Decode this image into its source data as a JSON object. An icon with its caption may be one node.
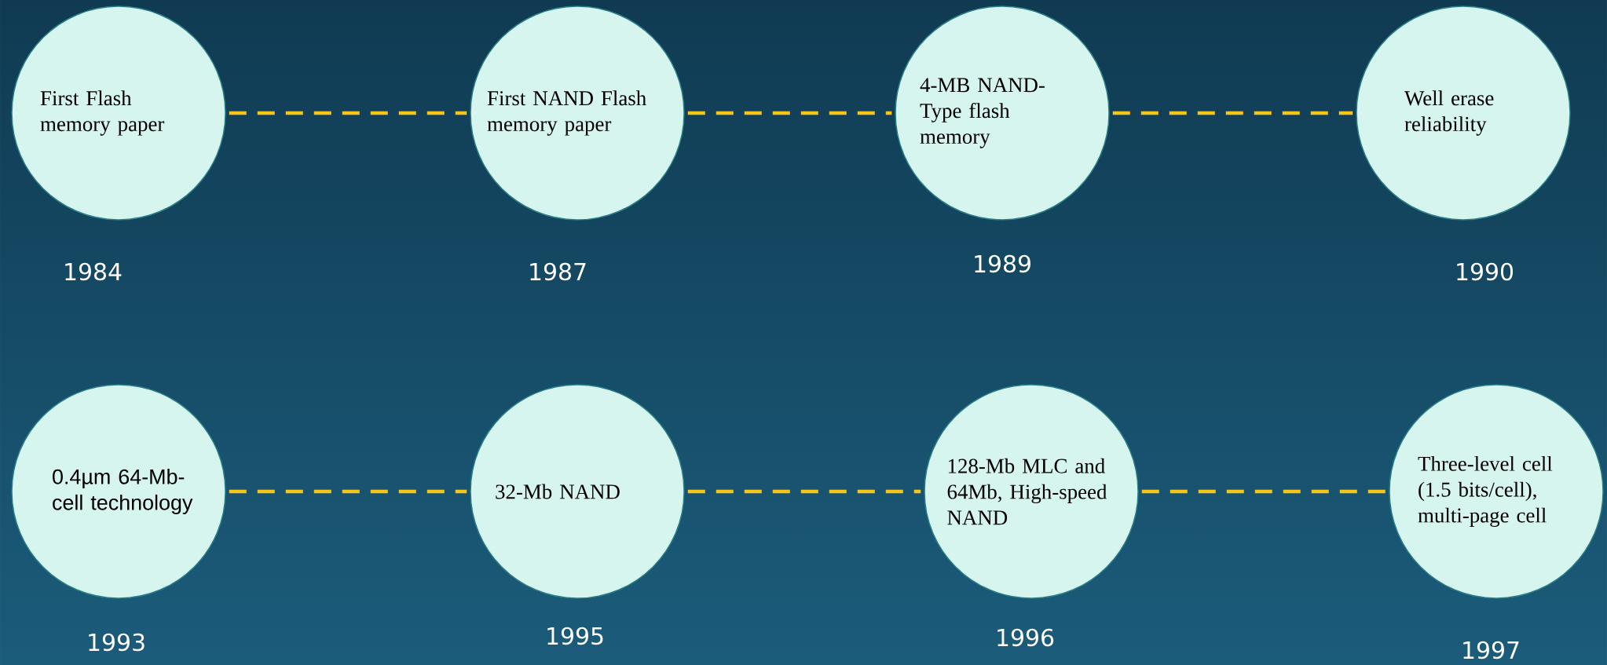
{
  "diagram": {
    "nodes": [
      {
        "text": [
          "First Flash memory paper"
        ],
        "beside": [
          "1984"
        ]
      },
      {
        "text": [
          "First NAND Flash memory paper"
        ],
        "beside": [
          "1987"
        ]
      },
      {
        "text": [
          "4-MB NAND-Type flash memory"
        ],
        "beside": [
          "1989"
        ]
      },
      {
        "text": [
          "Well erase reliability"
        ],
        "beside": [
          "1990"
        ]
      },
      {
        "text": [
          "0.4µm 64-Mb-cell technology"
        ],
        "beside": [
          "1993"
        ]
      },
      {
        "text": [
          "32-Mb NAND"
        ],
        "beside": [
          "1995"
        ]
      },
      {
        "text": [
          "128-Mb MLC and 64Mb, High-speed NAND"
        ],
        "beside": [
          "1996"
        ]
      },
      {
        "text": [
          "Three-level cell (1.5 bits/cell), multi-page cell"
        ],
        "beside": [
          "1997"
        ]
      }
    ],
    "edges": [
      {
        "from": 0,
        "to": 1,
        "arrow": "none",
        "style": "dashed"
      },
      {
        "from": 1,
        "to": 2,
        "arrow": "none",
        "style": "dashed"
      },
      {
        "from": 2,
        "to": 3,
        "arrow": "none",
        "style": "dashed"
      },
      {
        "from": 4,
        "to": 5,
        "arrow": "none",
        "style": "dashed"
      },
      {
        "from": 5,
        "to": 6,
        "arrow": "none",
        "style": "dashed"
      },
      {
        "from": 6,
        "to": 7,
        "arrow": "none",
        "style": "dashed"
      }
    ]
  }
}
